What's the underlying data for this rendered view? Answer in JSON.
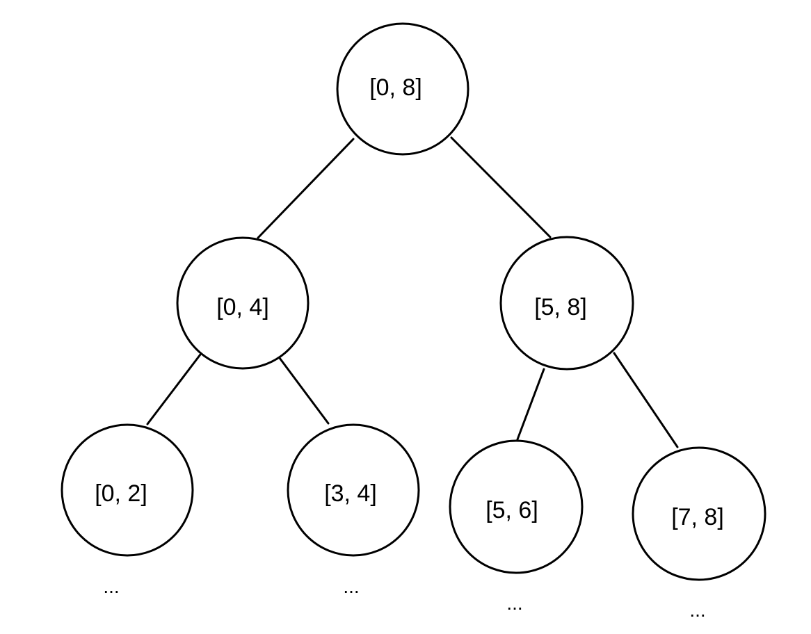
{
  "nodes": {
    "root": {
      "label": "[0, 8]"
    },
    "left": {
      "label": "[0, 4]"
    },
    "right": {
      "label": "[5, 8]"
    },
    "left_left": {
      "label": "[0, 2]"
    },
    "left_right": {
      "label": "[3, 4]"
    },
    "right_left": {
      "label": "[5, 6]"
    },
    "right_right": {
      "label": "[7, 8]"
    }
  },
  "continuations": {
    "left_left": "...",
    "left_right": "...",
    "right_left": "...",
    "right_right": "..."
  }
}
